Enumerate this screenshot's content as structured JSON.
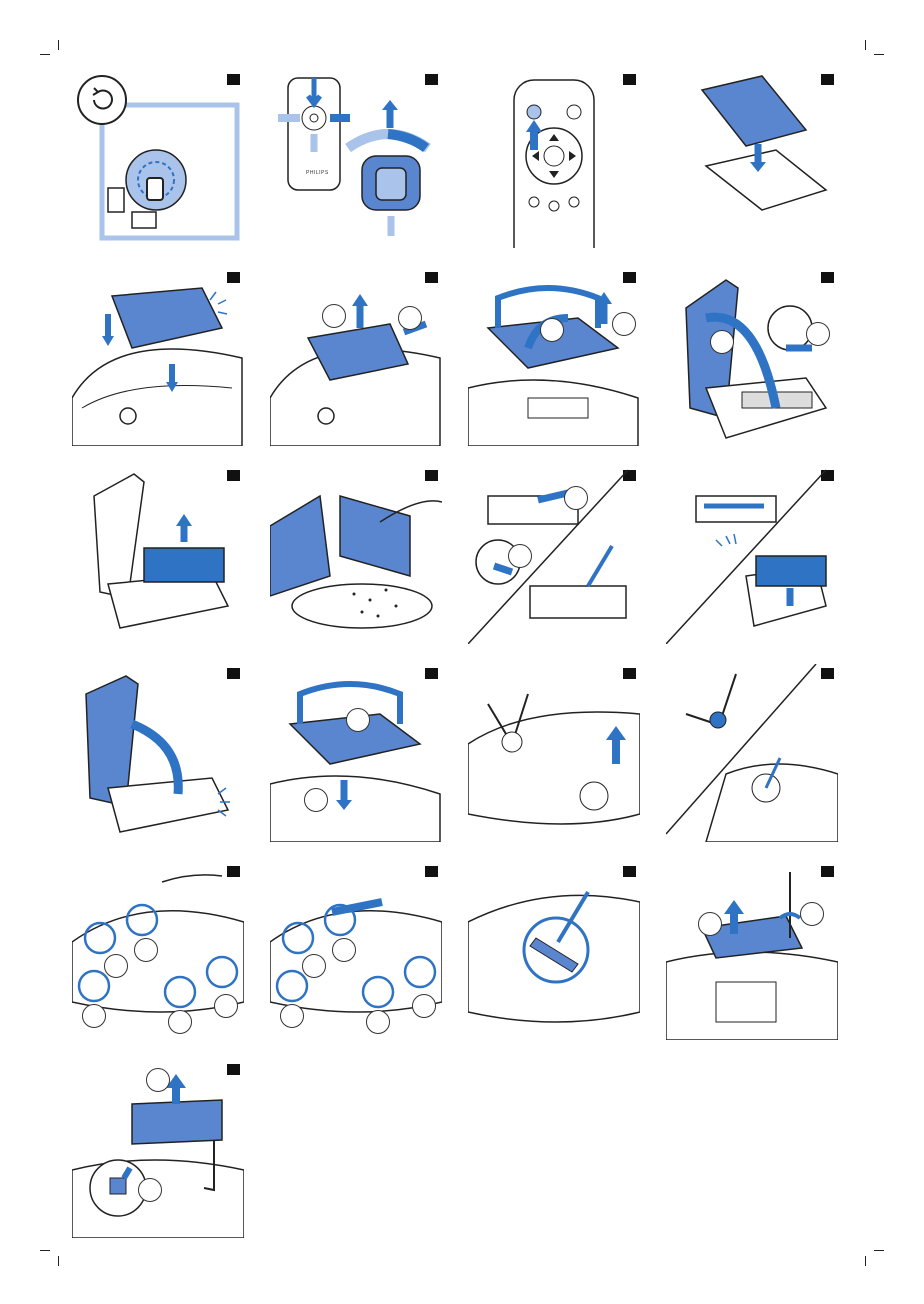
{
  "page": {
    "background": "#ffffff"
  },
  "colors": {
    "blue": "#2f73c4",
    "light_blue": "#a9c3ea",
    "panel_fill": "#5a86cf",
    "line": "#222222"
  },
  "remote": {
    "brand": "PHILIPS"
  },
  "panels": [
    {
      "id": "p1",
      "badge": "",
      "icons": [
        "reset-icon",
        "dock-icon"
      ]
    },
    {
      "id": "p2",
      "badge": "",
      "icons": [
        "remote-icon",
        "robot-direction-icon"
      ]
    },
    {
      "id": "p3",
      "badge": "",
      "icons": [
        "remote-closeup-icon"
      ]
    },
    {
      "id": "p4",
      "badge": "",
      "icons": [
        "cover-plate-icon"
      ]
    },
    {
      "id": "p5",
      "badge": "",
      "icons": [
        "robot-cover-click-icon"
      ]
    },
    {
      "id": "p6",
      "badge": "",
      "icons": [
        "robot-cover-remove-icon"
      ]
    },
    {
      "id": "p7",
      "badge": "",
      "icons": [
        "dust-bin-lift-icon"
      ]
    },
    {
      "id": "p8",
      "badge": "",
      "icons": [
        "dust-bin-open-icon"
      ]
    },
    {
      "id": "p9",
      "badge": "",
      "icons": [
        "filter-remove-icon"
      ]
    },
    {
      "id": "p10",
      "badge": "",
      "icons": [
        "bin-empty-icon"
      ]
    },
    {
      "id": "p11",
      "badge": "",
      "icons": [
        "filter-brush-icon"
      ]
    },
    {
      "id": "p12",
      "badge": "",
      "icons": [
        "filter-insert-icon"
      ]
    },
    {
      "id": "p13",
      "badge": "",
      "icons": [
        "bin-close-icon"
      ]
    },
    {
      "id": "p14",
      "badge": "",
      "icons": [
        "bin-insert-icon"
      ]
    },
    {
      "id": "p15",
      "badge": "",
      "icons": [
        "side-brush-remove-icon"
      ]
    },
    {
      "id": "p16",
      "badge": "",
      "icons": [
        "side-brush-clean-icon"
      ]
    },
    {
      "id": "p17",
      "badge": "",
      "icons": [
        "sensor-wipe-icon"
      ]
    },
    {
      "id": "p18",
      "badge": "",
      "icons": [
        "sensor-cloth-icon"
      ]
    },
    {
      "id": "p19",
      "badge": "",
      "icons": [
        "main-brush-clean-icon"
      ]
    },
    {
      "id": "p20",
      "badge": "",
      "icons": [
        "battery-cover-screw-icon"
      ]
    },
    {
      "id": "p21",
      "badge": "",
      "icons": [
        "battery-unplug-icon"
      ]
    }
  ]
}
